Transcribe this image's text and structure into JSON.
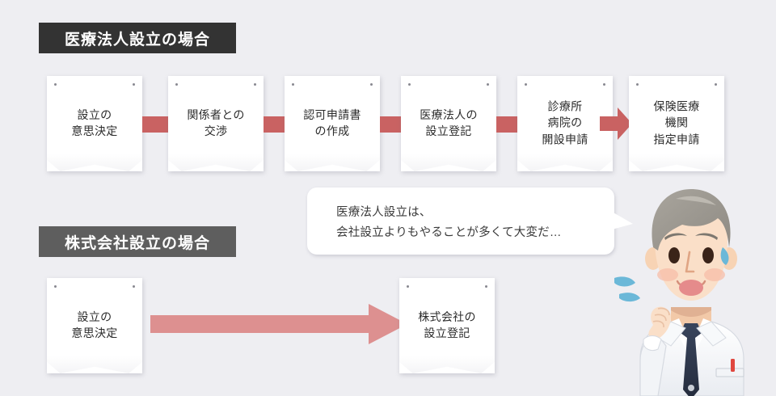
{
  "page": {
    "background_color": "#eeeef2",
    "title_line_medical": "医療法人設立の場合",
    "title_line_corporate": "株式会社設立の場合"
  },
  "colors": {
    "badge_dark": "#333333",
    "badge_mid": "#5e5e5e",
    "connector_red": "#c96262",
    "big_arrow_pink": "#dd9090",
    "note_white": "#ffffff",
    "text_dark": "#2b2b2b",
    "sweat_blue": "#6bb8d8"
  },
  "medical_flow": {
    "header": "医療法人設立の場合",
    "steps": [
      {
        "text": "設立の\n意思決定"
      },
      {
        "text": "関係者との\n交渉"
      },
      {
        "text": "認可申請書\nの作成"
      },
      {
        "text": "医療法人の\n設立登記"
      },
      {
        "text": "診療所\n病院の\n開設申請"
      },
      {
        "text": "保険医療\n機関\n指定申請"
      }
    ],
    "connector_type_between": "bar",
    "connector_type_last": "arrow"
  },
  "corporate_flow": {
    "header": "株式会社設立の場合",
    "steps": [
      {
        "text": "設立の\n意思決定"
      },
      {
        "text": "株式会社の\n設立登記"
      }
    ],
    "connector_type": "long-arrow"
  },
  "speech_bubble": {
    "line1": "医療法人設立は、",
    "line2": "会社設立よりもやることが多くて大変だ…",
    "full_text": "医療法人設立は、\n会社設立よりもやることが多くて大変だ…",
    "tail_direction": "right"
  },
  "doctor": {
    "icon_name": "worried-doctor-illustration",
    "expression": "worried",
    "attire": "white lab coat with navy tie",
    "hair_color": "#9a968f",
    "skin_color": "#fadfc8",
    "sweat_drops": 3
  }
}
